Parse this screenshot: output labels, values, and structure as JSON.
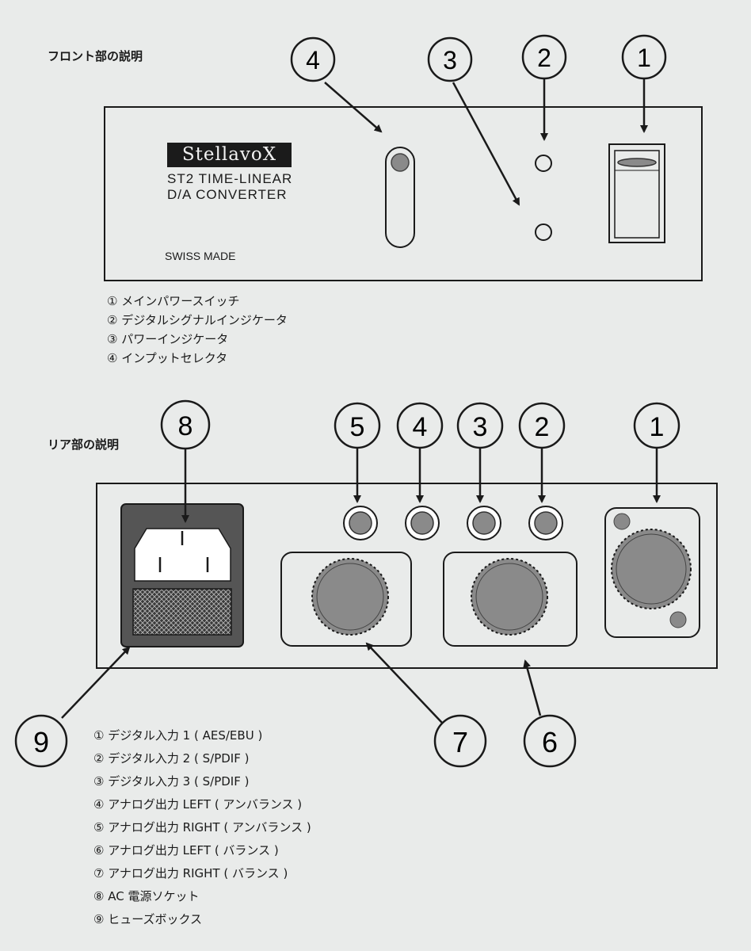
{
  "front": {
    "heading": "フロント部の説明",
    "brand": "StellavoX",
    "model_line1": "ST2 TIME-LINEAR",
    "model_line2": "D/A CONVERTER",
    "made_in": "SWISS MADE",
    "callouts": [
      "4",
      "3",
      "2",
      "1"
    ],
    "legend": [
      "① メインパワースイッチ",
      "② デジタルシグナルインジケータ",
      "③ パワーインジケータ",
      "④ インプットセレクタ"
    ]
  },
  "rear": {
    "heading": "リア部の説明",
    "callouts": [
      "8",
      "5",
      "4",
      "3",
      "2",
      "1",
      "9",
      "7",
      "6"
    ],
    "legend": [
      "① デジタル入力 1 ( AES/EBU )",
      "② デジタル入力 2 ( S/PDIF )",
      "③ デジタル入力 3 ( S/PDIF )",
      "④ アナログ出力 LEFT ( アンバランス )",
      "⑤ アナログ出力 RIGHT ( アンバランス )",
      "⑥ アナログ出力 LEFT ( バランス )",
      "⑦ アナログ出力 RIGHT ( バランス )",
      "⑧ AC 電源ソケット",
      "⑨ ヒューズボックス"
    ]
  },
  "colors": {
    "panel_fill": "#e9ebea",
    "line": "#1a1a1a",
    "knob_grey": "#8a8a8a",
    "socket_dark": "#555555"
  }
}
